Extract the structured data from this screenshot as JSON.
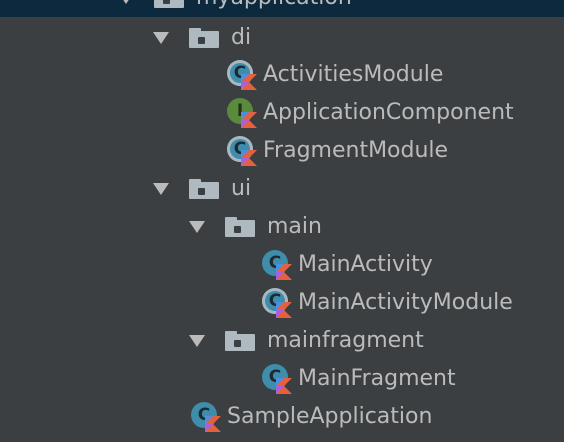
{
  "tree": {
    "items": [
      {
        "label": "myapplication",
        "kind": "package",
        "expanded": true,
        "selected": true
      },
      {
        "label": "di",
        "kind": "package",
        "expanded": true
      },
      {
        "label": "ActivitiesModule",
        "kind": "kotlin-class"
      },
      {
        "label": "ApplicationComponent",
        "kind": "kotlin-interface",
        "badge": "I"
      },
      {
        "label": "FragmentModule",
        "kind": "kotlin-class"
      },
      {
        "label": "ui",
        "kind": "package",
        "expanded": true
      },
      {
        "label": "main",
        "kind": "package",
        "expanded": true
      },
      {
        "label": "MainActivity",
        "kind": "kotlin-class"
      },
      {
        "label": "MainActivityModule",
        "kind": "kotlin-class"
      },
      {
        "label": "mainfragment",
        "kind": "package",
        "expanded": true
      },
      {
        "label": "MainFragment",
        "kind": "kotlin-class"
      },
      {
        "label": "SampleApplication",
        "kind": "kotlin-class"
      }
    ],
    "class_badge": "C"
  },
  "colors": {
    "background": "#3c3f41",
    "selection": "#0d293e",
    "text": "#bbbbbb",
    "class_icon": "#3d8dab",
    "interface_icon": "#5a8b3c",
    "folder_icon": "#aeb9c0"
  },
  "icons": {
    "expand": "triangle-down-icon",
    "package": "package-folder-icon",
    "class": "kotlin-class-icon",
    "interface": "kotlin-interface-icon"
  }
}
